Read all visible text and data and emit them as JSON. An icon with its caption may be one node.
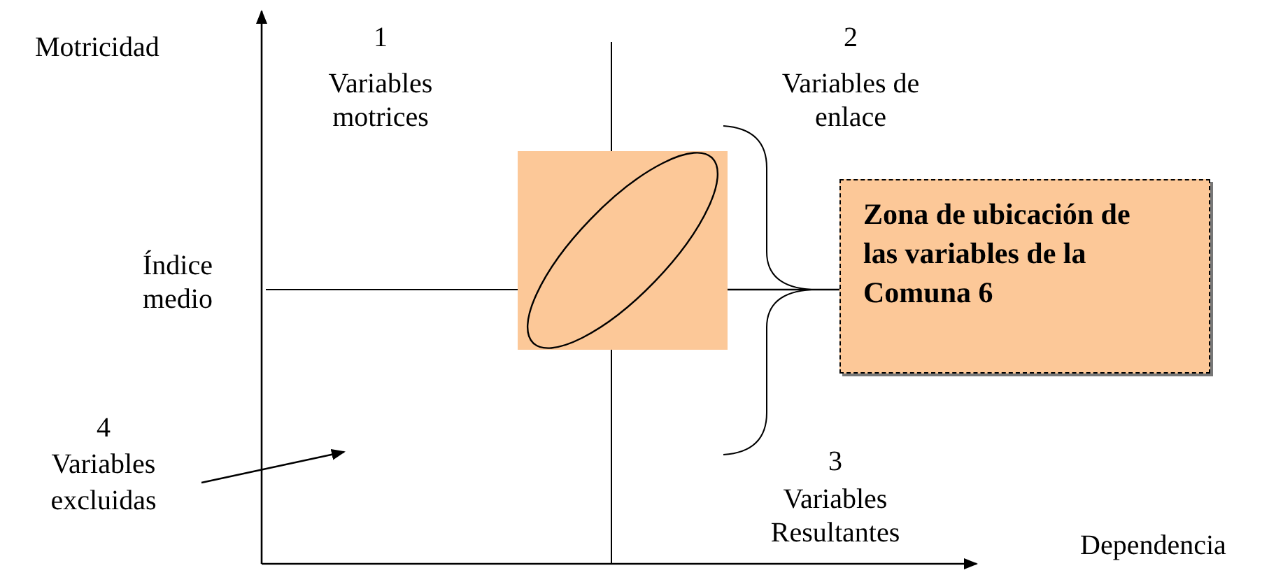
{
  "diagram": {
    "nodes": [
      {
        "text": [],
        "shape": "box"
      },
      {
        "text": [
          "Zona de ubicación de las variables de la Comuna 6"
        ]
      },
      {
        "text": [
          "4",
          "Variables excluidas"
        ]
      }
    ],
    "edges": [
      {
        "from": 0,
        "to": 1,
        "arrow": "none"
      },
      {
        "from": 2,
        "to": null,
        "arrow": "to"
      }
    ],
    "labels": [
      "Motricidad",
      "1",
      "Variables motrices",
      "2",
      "Variables de enlace",
      "Índice medio",
      "3",
      "Variables Resultantes",
      "Dependencia"
    ]
  }
}
